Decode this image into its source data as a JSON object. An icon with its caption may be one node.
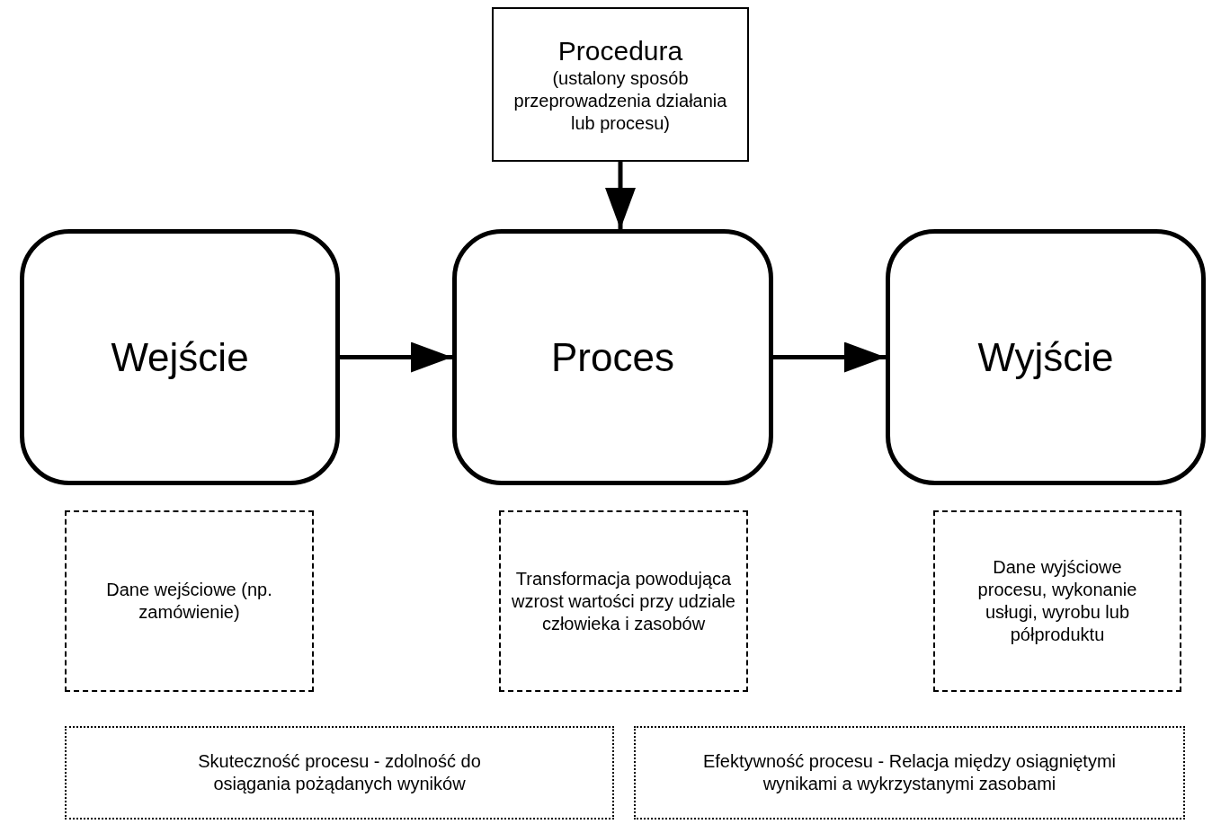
{
  "diagram": {
    "nodes": [
      {
        "text": [
          "Procedura",
          "(ustalony sposób przeprowadzenia działania lub procesu)"
        ]
      },
      {
        "text": [
          "Wejście"
        ]
      },
      {
        "text": [
          "Proces"
        ]
      },
      {
        "text": [
          "Wyjście"
        ]
      },
      {
        "text": [
          "Dane wejściowe (np. zamówienie)"
        ]
      },
      {
        "text": [
          "Transformacja powodująca wzrost wartości przy udziale człowieka i zasobów"
        ]
      },
      {
        "text": [
          "Dane wyjściowe procesu, wykonanie usługi, wyrobu lub półproduktu"
        ]
      },
      {
        "text": [
          "Skuteczność procesu - zdolność do osiągania pożądanych wyników"
        ]
      },
      {
        "text": [
          "Efektywność procesu - Relacja między osiągniętymi wynikami a wykrzystanymi zasobami"
        ]
      }
    ],
    "edges": [
      {
        "from": 0,
        "to": 2,
        "arrow": "to"
      },
      {
        "from": 1,
        "to": 2,
        "arrow": "to"
      },
      {
        "from": 2,
        "to": 3,
        "arrow": "to"
      }
    ]
  }
}
